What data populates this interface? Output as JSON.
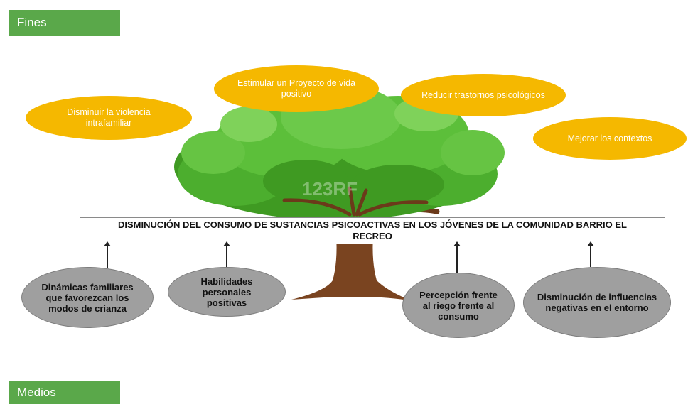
{
  "labels": {
    "fines": "Fines",
    "medios": "Medios"
  },
  "problem": "DISMINUCIÓN DEL CONSUMO DE SUSTANCIAS PSICOACTIVAS EN LOS  JÓVENES DE LA COMUNIDAD BARRIO EL RECREO",
  "fines": [
    "Disminuir la violencia intrafamiliar",
    "Estimular un Proyecto de vida positivo",
    "Reducir trastornos psicológicos",
    "Mejorar los contextos"
  ],
  "medios": [
    "Dinámicas familiares que favorezcan los modos de crianza",
    "Habilidades personales positivas",
    "Percepción frente al riego frente al consumo",
    "Disminución de influencias negativas en el entorno"
  ],
  "watermark": "123RF",
  "colors": {
    "tag_green": "#5aa84a",
    "fines_yellow": "#f5b800",
    "medios_gray": "#9f9f9f",
    "foliage": "#4cae2e",
    "trunk": "#7a4420"
  }
}
